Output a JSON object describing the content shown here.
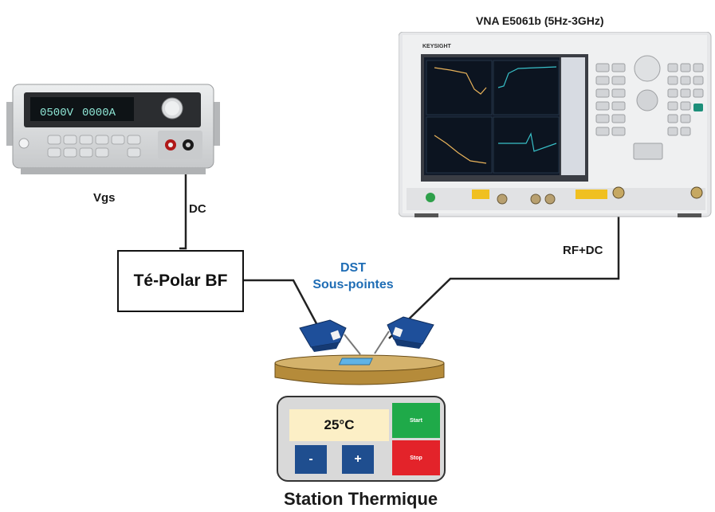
{
  "labels": {
    "vna": "VNA E5061b (5Hz-3GHz)",
    "vgs": "Vgs",
    "dc": "DC",
    "rfdc": "RF+DC",
    "dst_line1": "DST",
    "dst_line2": "Sous-pointes",
    "tee": "Té-Polar BF",
    "station": "Station Thermique"
  },
  "power_supply": {
    "display_voltage": "0500V",
    "display_current": "0000A"
  },
  "vna_instrument": {
    "brand": "KEYSIGHT"
  },
  "thermal_panel": {
    "temperature": "25°C",
    "start_label": "Start",
    "stop_label": "Stop",
    "minus_label": "-",
    "plus_label": "+"
  },
  "colors": {
    "accent_blue": "#1f6db5",
    "start_green": "#1faa49",
    "stop_red": "#e3232a",
    "button_blue": "#1f4e8f",
    "temp_bg": "#fcefc6",
    "panel_bg": "#d9d9d9",
    "chuck_gold": "#c9a35a"
  }
}
